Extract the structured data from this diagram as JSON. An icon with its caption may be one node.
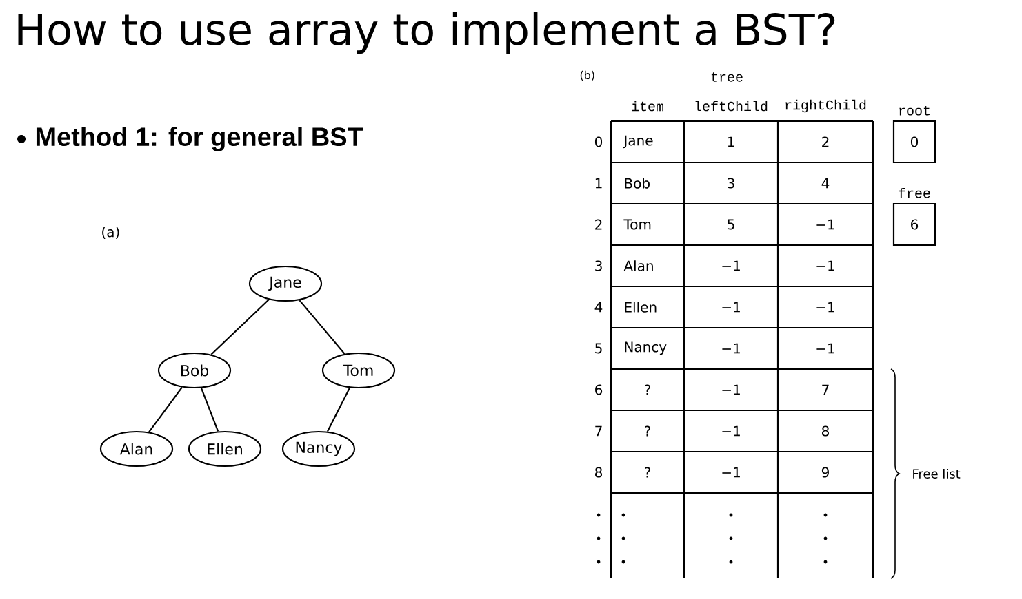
{
  "diagram": {
    "title": "How to use array to implement a BST?",
    "nodes": [
      {
        "text": [
          "Jane"
        ]
      },
      {
        "text": [
          "Bob"
        ]
      },
      {
        "text": [
          "Tom"
        ]
      },
      {
        "text": [
          "Alan"
        ]
      },
      {
        "text": [
          "Ellen"
        ]
      },
      {
        "text": [
          "Nancy"
        ]
      },
      {
        "text": [
          "root",
          "0"
        ]
      },
      {
        "text": [
          "free",
          "6"
        ]
      }
    ],
    "edges": [
      {
        "from": 0,
        "to": 1,
        "arrow": "none"
      },
      {
        "from": 0,
        "to": 2,
        "arrow": "none"
      },
      {
        "from": 1,
        "to": 3,
        "arrow": "none"
      },
      {
        "from": 1,
        "to": 4,
        "arrow": "none"
      },
      {
        "from": 2,
        "to": 5,
        "arrow": "none"
      }
    ],
    "labels": [
      "Method 1: for general BST",
      "(a)",
      "(b)",
      "tree",
      "item",
      "leftChild",
      "rightChild",
      "0",
      "Jane",
      "1",
      "2",
      "1",
      "Bob",
      "3",
      "4",
      "2",
      "Tom",
      "5",
      "−1",
      "3",
      "Alan",
      "−1",
      "−1",
      "4",
      "Ellen",
      "−1",
      "−1",
      "5",
      "Nancy",
      "−1",
      "−1",
      "6",
      "?",
      "−1",
      "7",
      "7",
      "?",
      "−1",
      "8",
      "8",
      "?",
      "−1",
      "9",
      "Free list"
    ]
  }
}
